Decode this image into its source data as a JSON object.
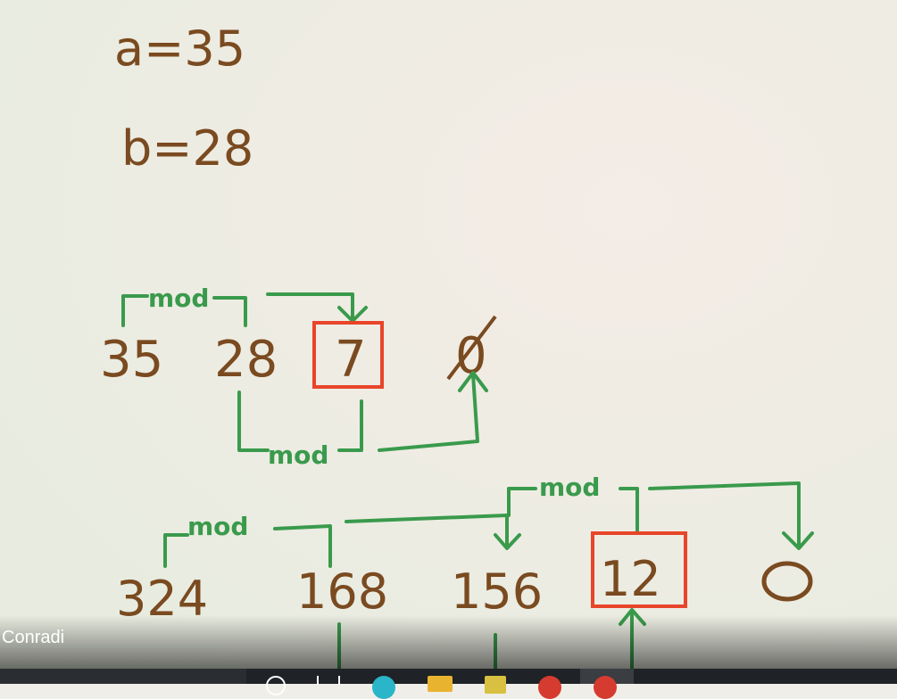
{
  "board": {
    "eq_a": "a=35",
    "eq_b": "b=28",
    "row1": {
      "n1": "35",
      "n2": "28",
      "n3": "7",
      "n4": "0",
      "mod": "mod"
    },
    "row2": {
      "n1": "324",
      "n2": "168",
      "n3": "156",
      "n4": "12",
      "n5": "0",
      "mod": "mod"
    }
  },
  "video": {
    "channel": "Conradi"
  },
  "colors": {
    "ink": "#7a4a20",
    "arrows": "#3a9a4c",
    "highlight": "#e8452a"
  },
  "taskbar": {
    "icons": [
      "search-icon",
      "task-view-icon",
      "chrome-icon",
      "file-explorer-icon",
      "app-icon",
      "red-app-icon",
      "red-app-icon-2"
    ]
  }
}
